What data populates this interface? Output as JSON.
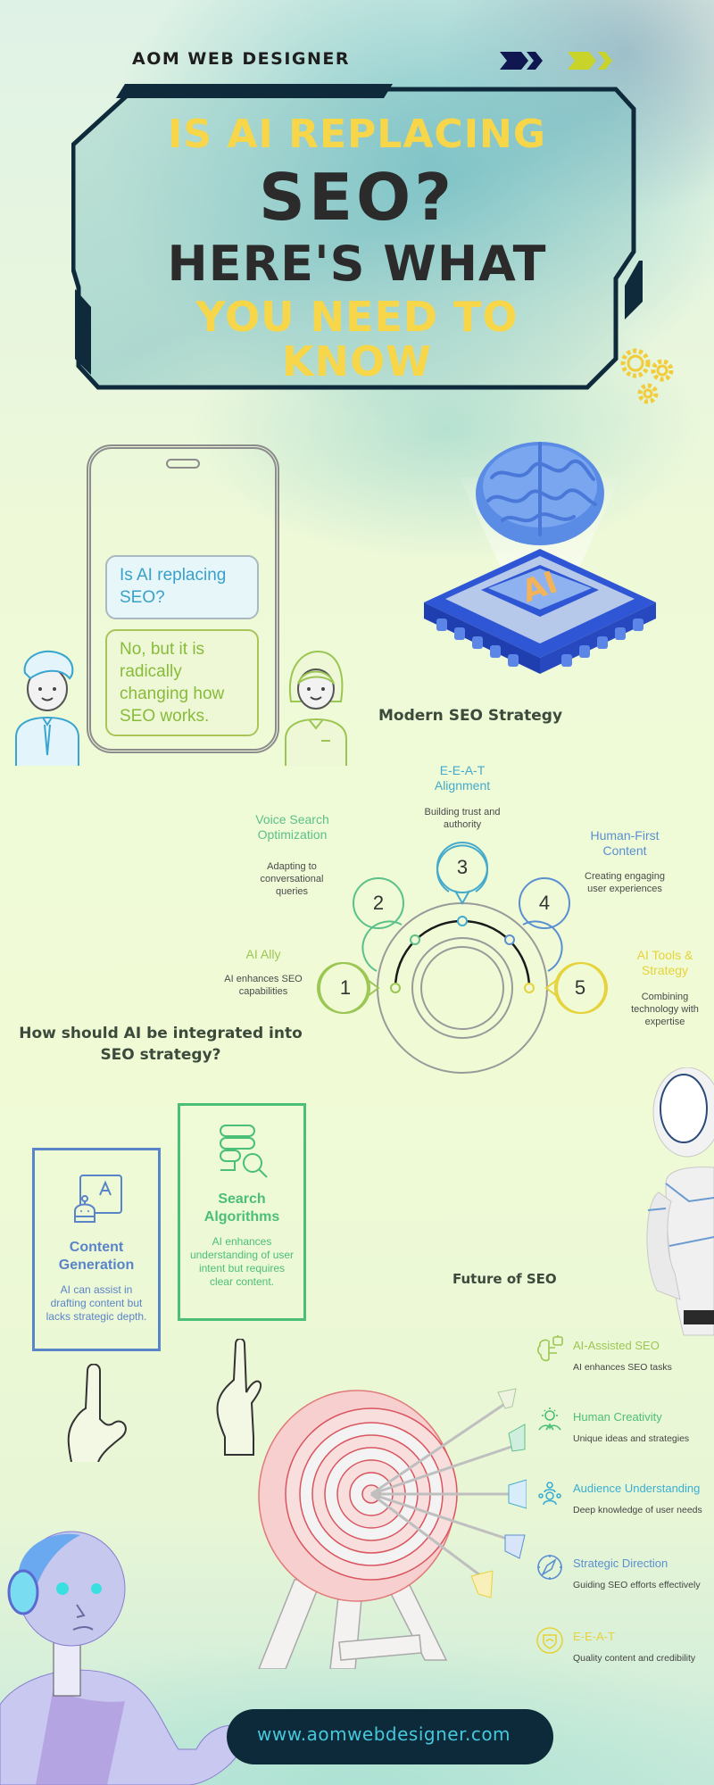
{
  "header": {
    "brand": "AOM WEB DESIGNER",
    "title_lines": [
      "IS AI REPLACING",
      "SEO?",
      "HERE'S WHAT",
      "YOU NEED TO",
      "KNOW"
    ],
    "colors": {
      "yellow": "#f7d64a",
      "dark": "#2b2b2b",
      "navy": "#0f1650",
      "lime": "#c8d42a",
      "frame": "#0f2a3a"
    }
  },
  "chat": {
    "question": "Is AI replacing SEO?",
    "answer": "No, but it is radically changing how SEO works."
  },
  "modern_strategy": {
    "title": "Modern SEO Strategy",
    "steps": [
      {
        "number": "1",
        "title": "AI Ally",
        "desc": "AI enhances SEO capabilities",
        "color": "#9cc653"
      },
      {
        "number": "2",
        "title": "Voice Search Optimization",
        "desc": "Adapting to conversational queries",
        "color": "#5cc08a"
      },
      {
        "number": "3",
        "title": "E-E-A-T Alignment",
        "desc": "Building trust and authority",
        "color": "#45aacb"
      },
      {
        "number": "4",
        "title": "Human-First Content",
        "desc": "Creating engaging user experiences",
        "color": "#5a8fd0"
      },
      {
        "number": "5",
        "title": "AI Tools & Strategy",
        "desc": "Combining technology with expertise",
        "color": "#e6d23a"
      }
    ]
  },
  "integration": {
    "title": "How should AI be integrated into SEO strategy?",
    "cards": [
      {
        "title": "Content Generation",
        "desc": "AI can assist in drafting content but lacks strategic depth.",
        "color": "#5a84c8"
      },
      {
        "title": "Search Algorithms",
        "desc": "AI enhances understanding of user intent but requires clear content.",
        "color": "#4cbf76"
      }
    ]
  },
  "future": {
    "title": "Future of SEO",
    "items": [
      {
        "title": "AI-Assisted SEO",
        "desc": "AI enhances SEO tasks",
        "icon": "brain-robot-icon",
        "color": "#9cc653"
      },
      {
        "title": "Human Creativity",
        "desc": "Unique ideas and strategies",
        "icon": "lightbulb-person-icon",
        "color": "#4cbf76"
      },
      {
        "title": "Audience Understanding",
        "desc": "Deep knowledge of user needs",
        "icon": "audience-icon",
        "color": "#3aaed0"
      },
      {
        "title": "Strategic Direction",
        "desc": "Guiding SEO efforts effectively",
        "icon": "compass-icon",
        "color": "#5a8fd0"
      },
      {
        "title": "E-E-A-T",
        "desc": "Quality content and credibility",
        "icon": "shield-badge-icon",
        "color": "#e6d23a"
      }
    ]
  },
  "footer": {
    "url": "www.aomwebdesigner.com"
  }
}
